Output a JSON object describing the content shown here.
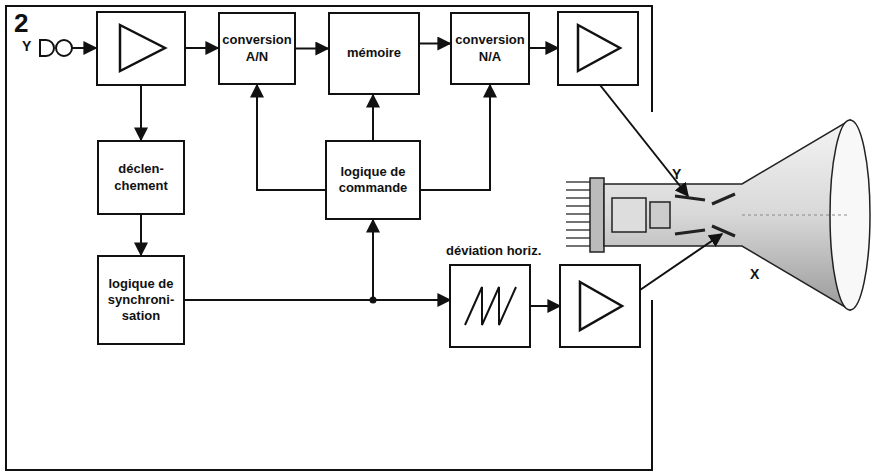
{
  "diagram": {
    "nodes": [
      {
        "text": [
          "conversion A/N"
        ]
      },
      {
        "text": [
          "mémoire"
        ]
      },
      {
        "text": [
          "conversion N/A"
        ]
      },
      {
        "text": [
          "déclen- chement"
        ]
      },
      {
        "text": [
          "logique de commande"
        ]
      },
      {
        "text": [
          "logique de synchroni- sation"
        ]
      }
    ],
    "edges": [
      {
        "from": 0,
        "to": 1,
        "arrow": "to"
      },
      {
        "from": 1,
        "to": 2,
        "arrow": "to"
      },
      {
        "from": 4,
        "to": 0,
        "arrow": "to"
      },
      {
        "from": 4,
        "to": 1,
        "arrow": "to"
      },
      {
        "from": 4,
        "to": 2,
        "arrow": "to"
      },
      {
        "from": 3,
        "to": 5,
        "arrow": "to"
      },
      {
        "from": 5,
        "to": 4,
        "arrow": "to"
      }
    ],
    "labels": [
      "2",
      "Y",
      "déviation horiz.",
      "Y",
      "X"
    ]
  }
}
